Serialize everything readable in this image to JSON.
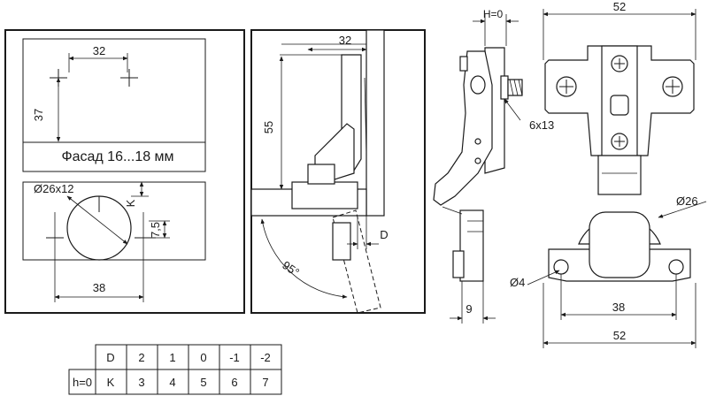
{
  "panel1": {
    "dim_32": "32",
    "dim_37": "37",
    "facade_label": "Фасад 16...18 мм",
    "dim_diam": "Ø26x12",
    "dim_k": "K",
    "dim_75": "7,5",
    "dim_38": "38"
  },
  "panel2": {
    "dim_32": "32",
    "dim_55": "55",
    "dim_d": "D",
    "dim_angle": "95°"
  },
  "panel3": {
    "dim_h0": "H=0",
    "dim_6x13": "6x13",
    "dim_9": "9"
  },
  "panel4": {
    "dim_52_top": "52",
    "dim_26": "Ø26",
    "dim_4": "Ø4",
    "dim_38": "38",
    "dim_52_bottom": "52"
  },
  "table": {
    "header_label": "D",
    "header_values": [
      "2",
      "1",
      "0",
      "-1",
      "-2"
    ],
    "row_label": "h=0",
    "row_k": "K",
    "row_values": [
      "3",
      "4",
      "5",
      "6",
      "7"
    ]
  }
}
